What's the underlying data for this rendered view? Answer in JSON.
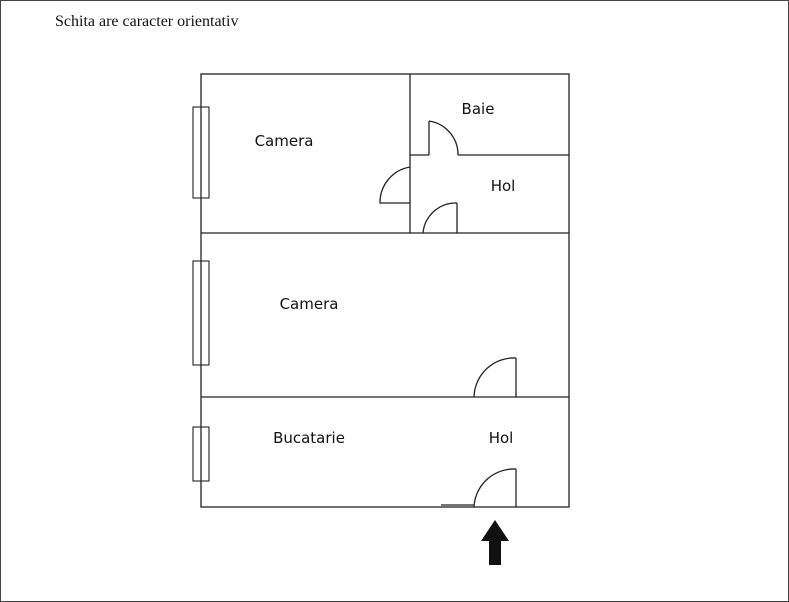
{
  "note": "Schita are caracter orientativ",
  "rooms": {
    "camera_top": "Camera",
    "baie": "Baie",
    "hol_top": "Hol",
    "camera_middle": "Camera",
    "bucatarie": "Bucatarie",
    "hol_bottom": "Hol"
  },
  "icons": {
    "entrance": "up-arrow-icon"
  }
}
